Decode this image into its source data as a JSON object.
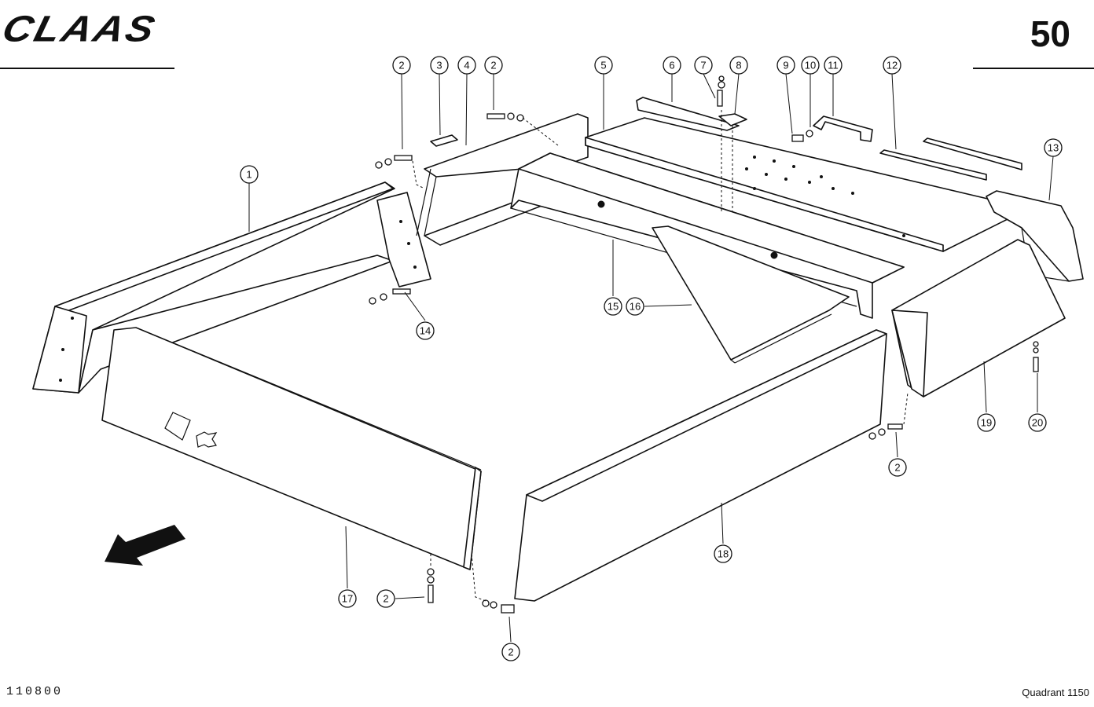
{
  "header": {
    "brand": "CLAAS",
    "page_number": "50"
  },
  "footer": {
    "drawing_code": "110800",
    "model": "Quadrant 1150"
  },
  "icons": {
    "direction_arrow": "direction-arrow-icon"
  },
  "callouts": [
    "2",
    "3",
    "4",
    "2",
    "5",
    "6",
    "7",
    "8",
    "9",
    "10",
    "11",
    "12",
    "13",
    "1",
    "14",
    "15",
    "16",
    "19",
    "20",
    "2",
    "18",
    "17",
    "2",
    "2"
  ]
}
